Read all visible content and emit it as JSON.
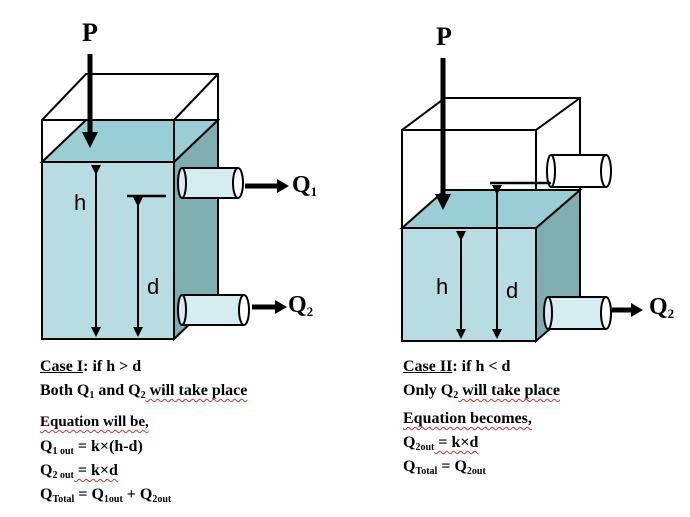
{
  "diagram": {
    "left": {
      "force": "P",
      "outlet_top": {
        "main": "Q",
        "sub": "1"
      },
      "outlet_bottom": {
        "main": "Q",
        "sub": "2"
      },
      "height_label": "h",
      "depth_label": "d",
      "case_title": "Case I",
      "case_condition": ": if h > d",
      "line2_a": "Both Q",
      "line2_sub1": "1",
      "line2_b": " and Q",
      "line2_sub2": "2",
      "line2_c": " will take place",
      "eq_title": "Equation will be,",
      "eq1_main": "Q",
      "eq1_sub": "1 out",
      "eq1_rhs": " = k×(h-d)",
      "eq2_main": "Q",
      "eq2_sub": "2 out",
      "eq2_rhs": " = k×d",
      "eq3_main": "Q",
      "eq3_sub": "Total",
      "eq3_mid": " = Q",
      "eq3_sub2": "1out",
      "eq3_plus": " + Q",
      "eq3_sub3": "2out"
    },
    "right": {
      "force": "P",
      "outlet_bottom": {
        "main": "Q",
        "sub": "2"
      },
      "height_label": "h",
      "depth_label": "d",
      "case_title": "Case II",
      "case_condition": ": if h < d",
      "line2_a": "Only Q",
      "line2_sub": "2",
      "line2_b": " will take place",
      "eq_title": "Equation becomes,",
      "eq1_main": "Q",
      "eq1_sub": "2out",
      "eq1_rhs": " = k×d",
      "eq2_main": "Q",
      "eq2_sub": "Total",
      "eq2_mid": " = Q",
      "eq2_sub2": "2out"
    },
    "colors": {
      "water_front": "#b7dde3",
      "water_top": "#99ced6",
      "water_side": "#7faeb1",
      "outline": "#000000"
    }
  }
}
